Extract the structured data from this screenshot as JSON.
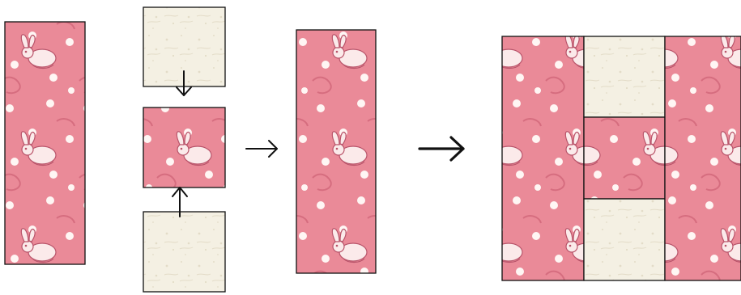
{
  "colors": {
    "pink_fabric": "#ea8a98",
    "pink_shadow": "#d66d7f",
    "polka_dot": "#fff6f4",
    "cream_fabric": "#f4f0e3",
    "cream_speck": "#e3dcc8",
    "bunny_fill": "#fbeaea",
    "bunny_line": "#b9546a",
    "outline": "#111111",
    "arrow": "#111111"
  },
  "pieces": {
    "pink_strip": {
      "fabric": "pink-bunny-print"
    },
    "cream_square_top": {
      "fabric": "cream-solid"
    },
    "pink_square": {
      "fabric": "pink-bunny-print"
    },
    "cream_square_bottom": {
      "fabric": "cream-solid"
    },
    "sewn_strip": {
      "fabric": "pink-bunny-print"
    },
    "block_left_strip": {
      "fabric": "pink-bunny-print"
    },
    "block_center_top": {
      "fabric": "cream-solid"
    },
    "block_center_middle": {
      "fabric": "pink-bunny-print"
    },
    "block_center_bottom": {
      "fabric": "cream-solid"
    },
    "block_right_strip": {
      "fabric": "pink-bunny-print"
    }
  },
  "arrows": [
    {
      "name": "arrow-down-into-square",
      "direction": "down"
    },
    {
      "name": "arrow-up-into-square",
      "direction": "up"
    },
    {
      "name": "arrow-right-step-1",
      "direction": "right"
    },
    {
      "name": "arrow-right-step-2",
      "direction": "right"
    }
  ]
}
